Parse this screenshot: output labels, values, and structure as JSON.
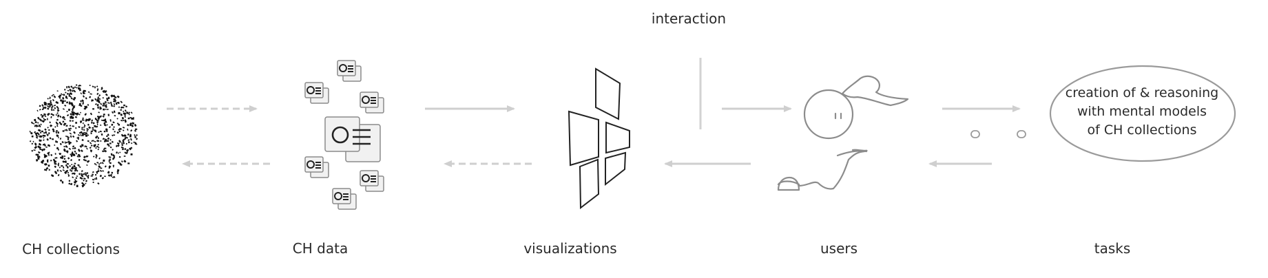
{
  "labels": {
    "interaction": "interaction",
    "ch_collections": "CH collections",
    "ch_data": "CH data",
    "visualizations": "visualizations",
    "users": "users",
    "tasks": "tasks"
  },
  "task_bubble": {
    "lines": [
      "creation of & reasoning",
      "with mental models",
      "of CH collections"
    ]
  },
  "colors": {
    "ink": "#222222",
    "arrow": "#cfcfcf",
    "user_line": "#8c8c8c",
    "bubble_line": "#9a9a9a",
    "card_border": "#8a8a8a",
    "card_fill": "#f1f1f1"
  }
}
